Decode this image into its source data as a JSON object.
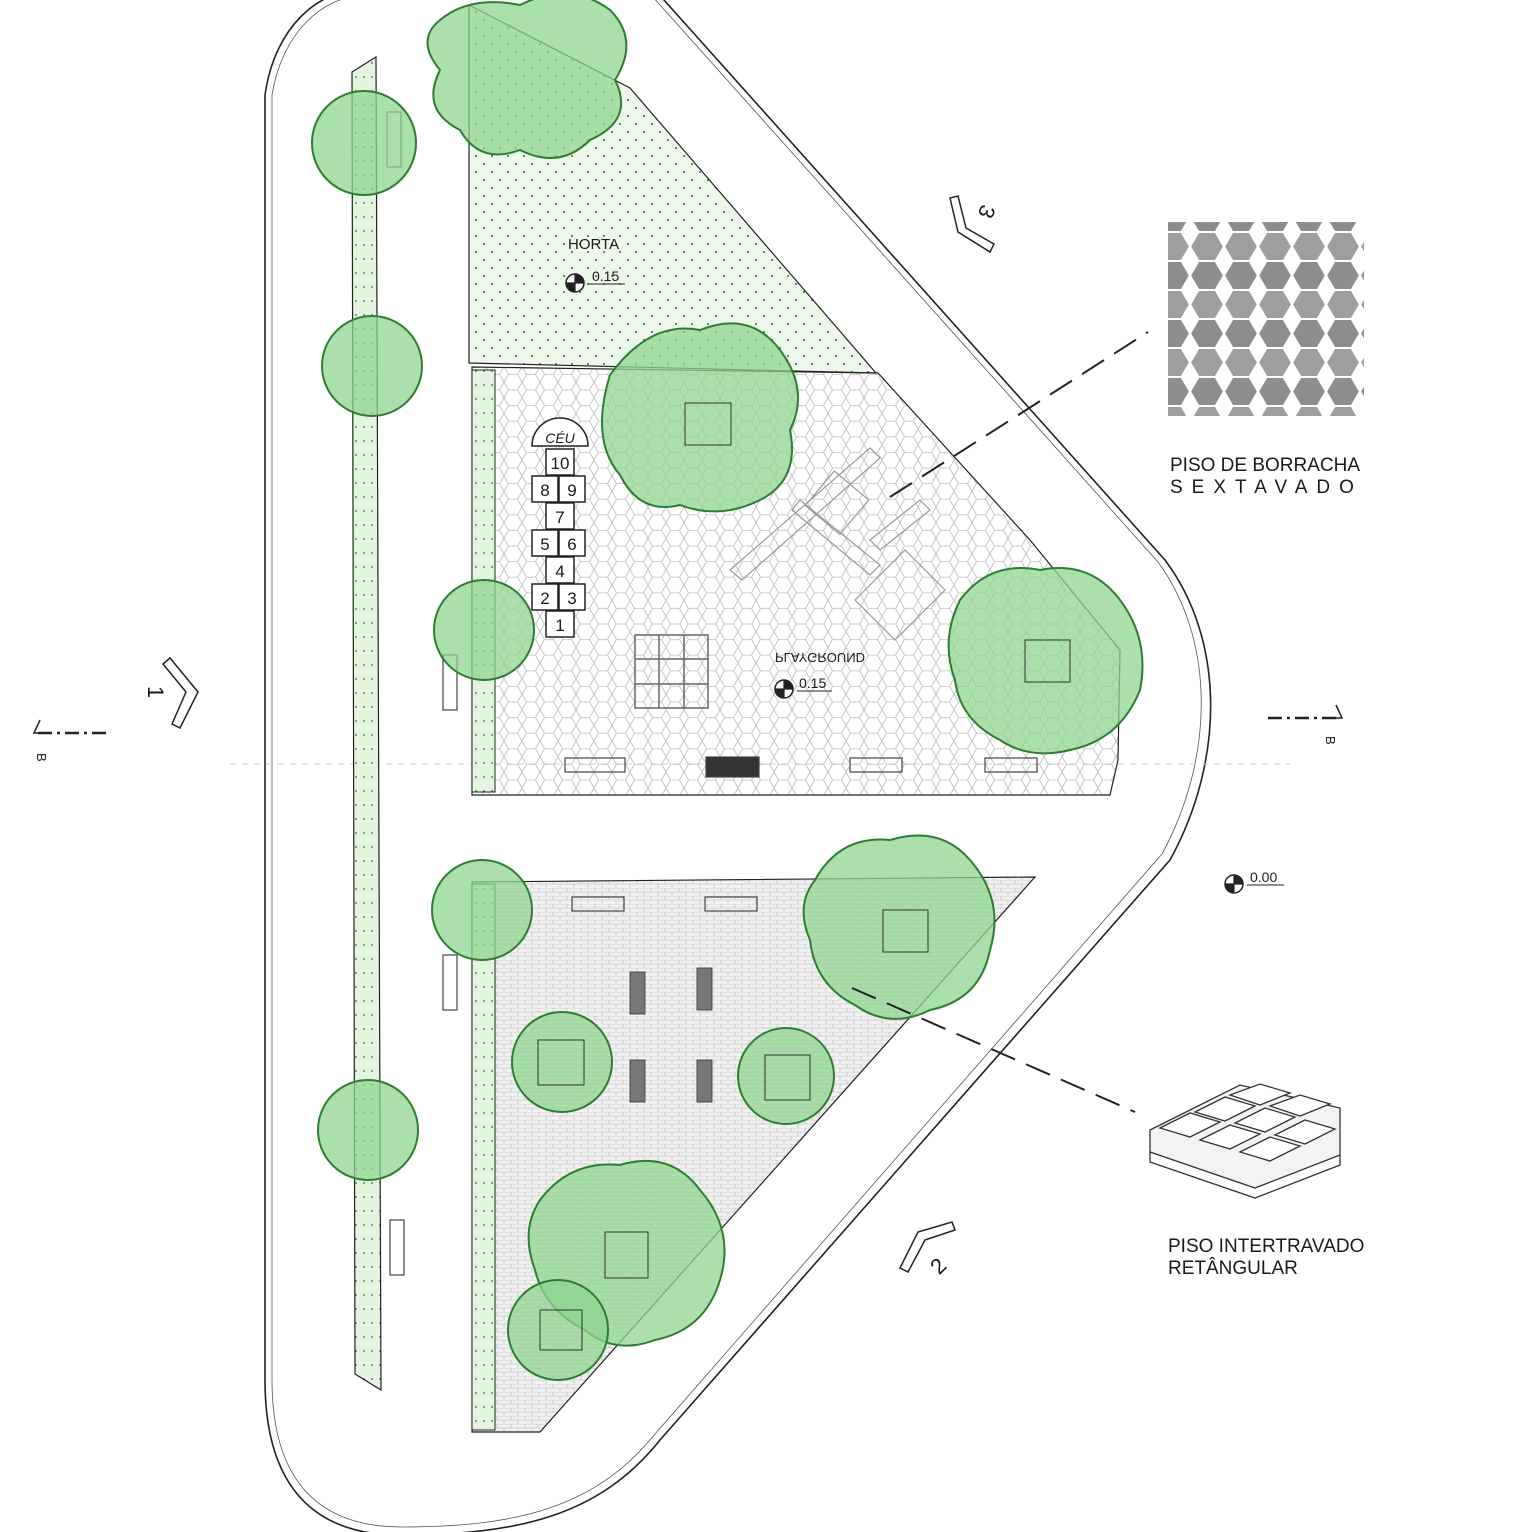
{
  "areas": {
    "horta": "HORTA",
    "playground": "PLAYGROUND"
  },
  "levels": {
    "horta": "0.15",
    "playground": "0.15",
    "street": "0.00"
  },
  "hopscotch": {
    "top": "CÉU",
    "cells": [
      "10",
      "8",
      "9",
      "7",
      "5",
      "6",
      "4",
      "2",
      "3",
      "1"
    ]
  },
  "sections": {
    "marker": "B",
    "views": [
      "1",
      "2",
      "3"
    ]
  },
  "legend": {
    "rubber": [
      "PISO DE BORRACHA",
      "SEXTAVADO"
    ],
    "paver": [
      "PISO INTERTRAVADO",
      "RETÂNGULAR"
    ]
  },
  "colors": {
    "tree_fill": "#8fd48f",
    "tree_stroke": "#2f7d32",
    "planting": "#e6f5e1",
    "rubber_tile": "#9a9a9a",
    "line": "#222222"
  }
}
